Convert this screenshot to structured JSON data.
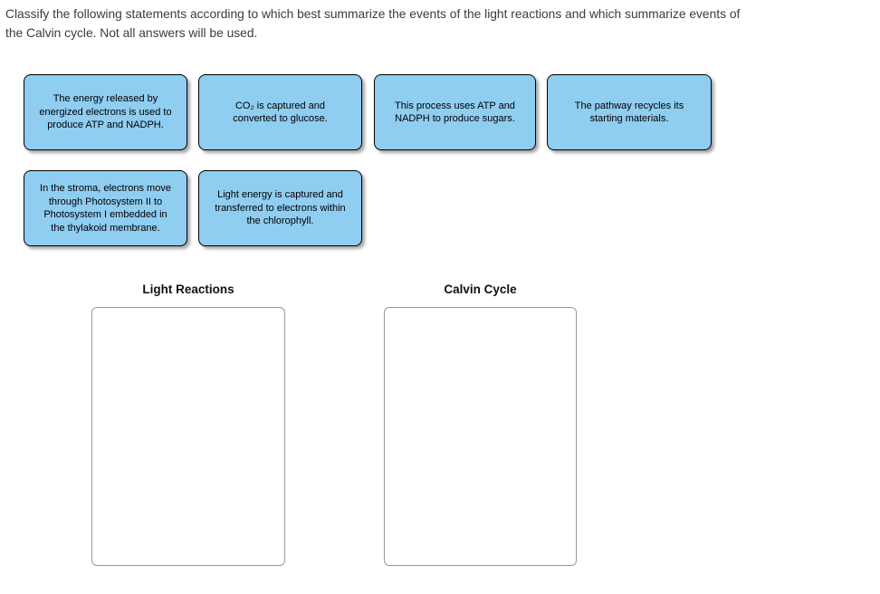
{
  "instructions": "Classify the following statements according to which best summarize the events of the light reactions and which summarize events of\nthe Calvin cycle. Not all answers will be used.",
  "cards": [
    {
      "text": "The energy released by\nenergized electrons is used to\nproduce ATP and NADPH."
    },
    {
      "text": "CO₂ is captured and\nconverted to glucose."
    },
    {
      "text": "This process uses ATP and\nNADPH to produce sugars."
    },
    {
      "text": "The pathway recycles its\nstarting materials."
    },
    {
      "text": "In the stroma, electrons move\nthrough Photosystem II to\nPhotosystem I embedded in\nthe thylakoid membrane."
    },
    {
      "text": "Light energy is captured and\ntransferred to electrons within\nthe chlorophyll."
    }
  ],
  "bins": [
    {
      "label": "Light Reactions"
    },
    {
      "label": "Calvin Cycle"
    }
  ],
  "colors": {
    "card_fill": "#8FCDF1",
    "card_border": "#000000",
    "bin_border": "#999999",
    "instruction_text": "#3c3c3c"
  }
}
